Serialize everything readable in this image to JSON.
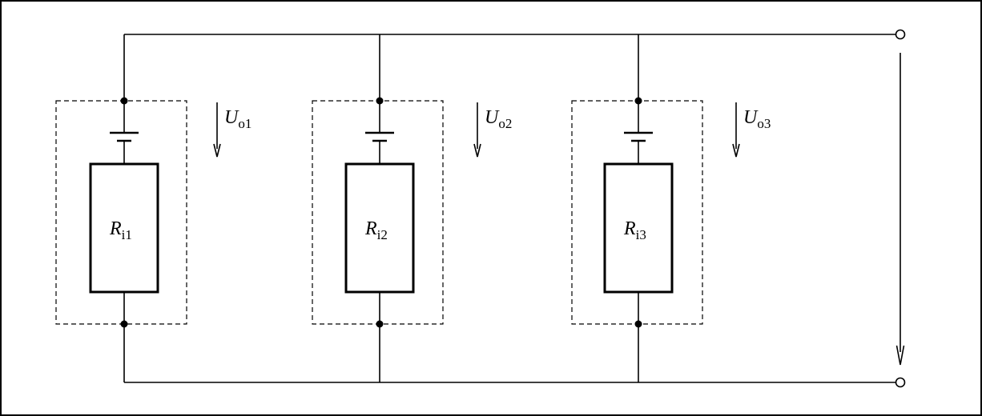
{
  "colors": {
    "line": "#000000",
    "background": "#ffffff"
  },
  "branches": [
    {
      "resistor": {
        "main": "R",
        "sub": "i1"
      },
      "voltage": {
        "main": "U",
        "sub": "o1"
      }
    },
    {
      "resistor": {
        "main": "R",
        "sub": "i2"
      },
      "voltage": {
        "main": "U",
        "sub": "o2"
      }
    },
    {
      "resistor": {
        "main": "R",
        "sub": "i3"
      },
      "voltage": {
        "main": "U",
        "sub": "o3"
      }
    }
  ]
}
